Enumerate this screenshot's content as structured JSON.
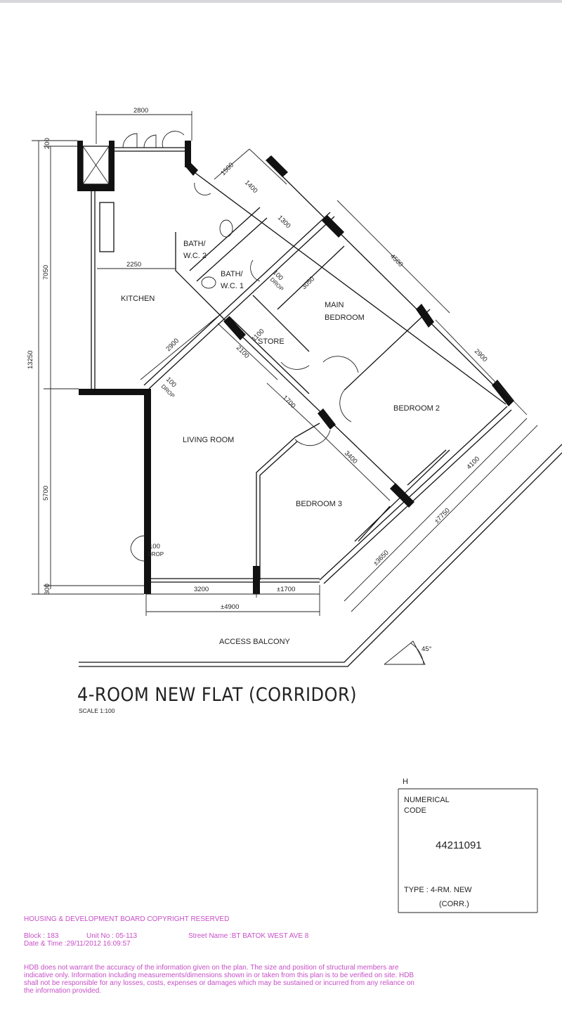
{
  "plan": {
    "rooms": {
      "kitchen": "KITCHEN",
      "bath2_line1": "BATH/",
      "bath2_line2": "W.C. 2",
      "bath1_line1": "BATH/",
      "bath1_line2": "W.C. 1",
      "store": "STORE",
      "main_bedroom_line1": "MAIN",
      "main_bedroom_line2": "BEDROOM",
      "bedroom2": "BEDROOM 2",
      "living_room": "LIVING ROOM",
      "bedroom3": "BEDROOM 3",
      "access_balcony": "ACCESS  BALCONY"
    },
    "dimensions": {
      "top": "2800",
      "overall_height": "13250",
      "upper_height": "7050",
      "lower_height": "5700",
      "top_offset": "200",
      "bottom_offset": "300",
      "kitchen_width": "2250",
      "d1500": "1500",
      "d1400": "1400",
      "d1300": "1300",
      "d4500": "4500",
      "d3050": "3050",
      "d2900a": "2900",
      "d2900b": "2900",
      "d1100": "1100",
      "d2100": "2100",
      "d1700": "1700",
      "d3400": "3400",
      "d4100": "4100",
      "d7750": "±7750",
      "d3650": "±3650",
      "bottom_3200": "3200",
      "bottom_1700": "±1700",
      "bottom_4900": "±4900",
      "drop1_a": "100",
      "drop1_b": "DROP",
      "drop2_a": "100",
      "drop2_b": "DROP",
      "drop3_a": "100",
      "drop3_b": "DROP",
      "angle": "45°"
    },
    "title": "4-ROOM NEW FLAT (CORRIDOR)",
    "scale": "SCALE   1:100"
  },
  "code_box": {
    "letter": "H",
    "label_line1": "NUMERICAL",
    "label_line2": "CODE",
    "code": "44211091",
    "type_line1": "TYPE :  4-RM. NEW",
    "type_line2": "(CORR.)"
  },
  "footer": {
    "copyright": "HOUSING & DEVELOPMENT BOARD  COPYRIGHT RESERVED",
    "block": "Block :  183",
    "unit": "Unit No :  05-113",
    "street": "Street Name :BT BATOK WEST AVE 8",
    "datetime": "Date & Time :29/11/2012  16:09:57",
    "disclaimer": "HDB does not warrant the accuracy of the information given on the plan. The size and position of structural members are indicative only. Information including measurements/dimensions shown in or taken from this plan is to be verified on site. HDB shall not be responsible for any losses, costs, expenses or damages which may be sustained or incurred from any reliance on the information provided."
  }
}
